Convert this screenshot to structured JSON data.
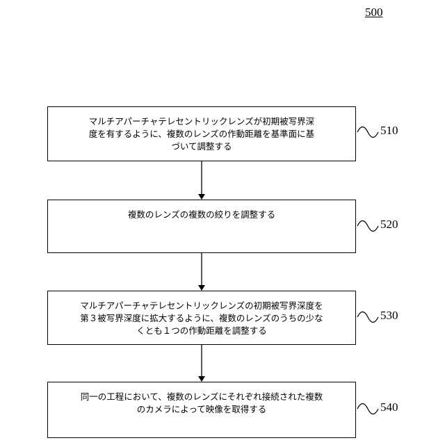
{
  "figure_number": "500",
  "steps": [
    {
      "ref": "510",
      "text": "マルチアパーチャテレセントリックレンズが初期被写界深\n度を有するように、複数のレンズの作動距離を基準面に基\nづいて調整する"
    },
    {
      "ref": "520",
      "text": "複数のレンズの複数の絞りを調整する"
    },
    {
      "ref": "530",
      "text": "マルチアパーチャテレセントリックレンズの初期被写界深度を\n第３被写界深度に拡大するように、複数のレンズのうちの少な\nくとも１つの作動距離を調整する"
    },
    {
      "ref": "540",
      "text": "同一の工程において、複数のレンズにそれぞれ接続された複数\nのカメラによって映像を取得する"
    }
  ]
}
